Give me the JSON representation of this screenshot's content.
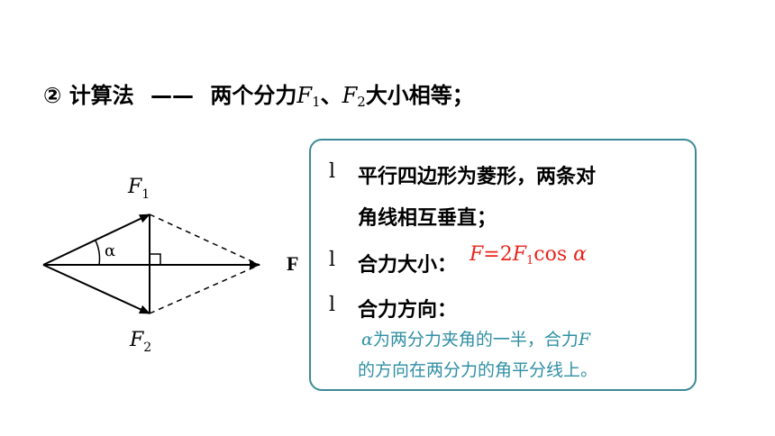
{
  "heading": {
    "marker": "②",
    "method": "计算法",
    "dash": "——",
    "text_before": "两个分力",
    "var1": "F",
    "sub1": "1",
    "separator": "、",
    "var2": "F",
    "sub2": "2",
    "text_after": "大小相等；"
  },
  "diagram": {
    "label_f1": "F",
    "label_f1_sub": "1",
    "label_f2": "F",
    "label_f2_sub": "2",
    "label_alpha": "α",
    "label_f": "F"
  },
  "card": {
    "bullet": "l",
    "item1_line1": "平行四边形为菱形，两条对",
    "item1_line2": "角线相互垂直；",
    "item2_label": "合力大小：",
    "formula": {
      "lhs": "F",
      "eq": "=2",
      "var": "F",
      "sub": "1",
      "func": "cos ",
      "angle": "α"
    },
    "item3_label": "合力方向：",
    "note_line1_angle": "α",
    "note_line1_text": "为两分力夹角的一半，合力",
    "note_line1_var": "F",
    "note_line2": "的方向在两分力的角平分线上。"
  }
}
